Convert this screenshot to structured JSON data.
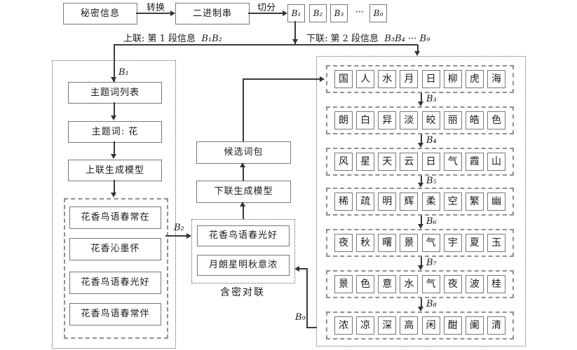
{
  "top_flow": {
    "secret": "秘密信息",
    "convert": "转换",
    "binary": "二进制串",
    "split": "切分",
    "chips": [
      "B₁",
      "B₂",
      "B₃",
      "B₉"
    ],
    "dots": "···",
    "upper_text": "上联: 第 1 段信息",
    "upper_math": "B₁B₂",
    "lower_text": "下联: 第 2 段信息",
    "lower_math": "B₃B₄ ··· B₉"
  },
  "left_panel": {
    "b1_label": "B₁",
    "topic_list_box": "主题词列表",
    "topic_box": "主题词: 花",
    "upper_model_box": "上联生成模型",
    "candidates": [
      "花香鸟语春常在",
      "花香沁墨怀",
      "花香鸟语春光好",
      "花香鸟语春常伴"
    ],
    "b2_label": "B₂"
  },
  "middle_panel": {
    "word_bag_box": "候选词包",
    "lower_model_box": "下联生成模型",
    "stego_upper": "花香鸟语春光好",
    "stego_lower": "月朗星明秋意浓",
    "caption": "含密对联",
    "b9_label": "B₉"
  },
  "right_panel": {
    "rows": [
      [
        "国",
        "人",
        "水",
        "月",
        "日",
        "柳",
        "虎",
        "海"
      ],
      [
        "朗",
        "白",
        "异",
        "淡",
        "皎",
        "丽",
        "皓",
        "色"
      ],
      [
        "风",
        "星",
        "天",
        "云",
        "日",
        "气",
        "霞",
        "山"
      ],
      [
        "稀",
        "疏",
        "明",
        "辉",
        "柔",
        "空",
        "繁",
        "幽"
      ],
      [
        "夜",
        "秋",
        "曙",
        "景",
        "气",
        "宇",
        "夏",
        "玉"
      ],
      [
        "景",
        "色",
        "意",
        "水",
        "气",
        "夜",
        "波",
        "桂"
      ],
      [
        "浓",
        "凉",
        "深",
        "高",
        "闲",
        "酣",
        "阑",
        "清"
      ]
    ],
    "arrow_labels": [
      "B₃",
      "B₄",
      "B₅",
      "B₆",
      "B₇",
      "B₈"
    ]
  },
  "colors": {
    "line": "#3a3a3a",
    "solid_border": "#777777",
    "dashed_border": "#8f8f8f",
    "dotted_border": "#5a5a5a",
    "text": "#1a1a1a",
    "background": "#ffffff"
  }
}
